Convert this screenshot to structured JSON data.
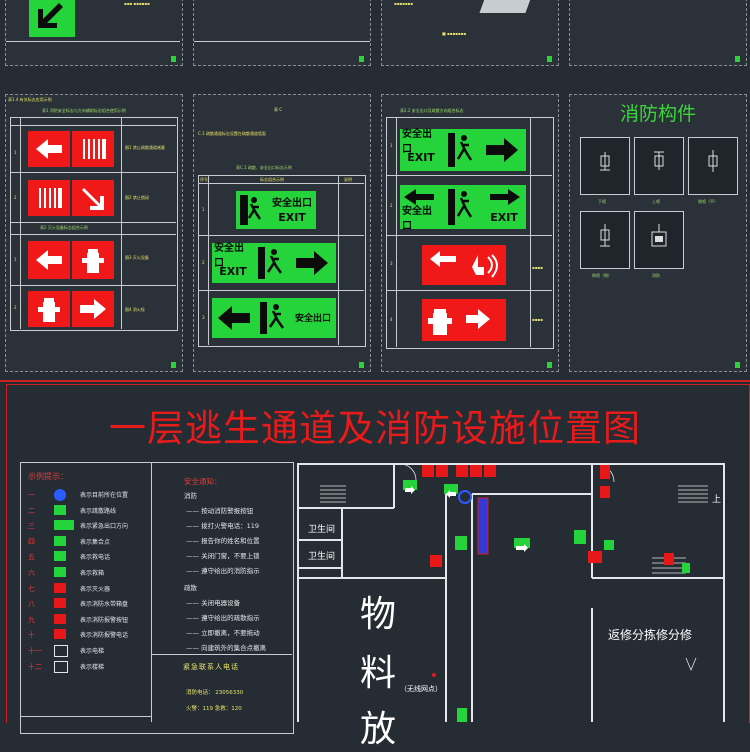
{
  "top_sheets": {
    "sheet_titles": [
      "表1.4 有关标志应用示例",
      "表 C",
      "表2.2 安全标志设置示例",
      "消防构件"
    ],
    "sheet1": {
      "header_label": "表1 消防安全标志与方向辅助标志组合使用示例",
      "row1_note": "图1 禁止疏散通道堵塞",
      "row2_note": "图2 禁止锁闭",
      "sub_header": "表2 灭火设备标志组合示例",
      "row3_note": "图3 灭火设备",
      "row4_note": "图4 消火栓",
      "row_nums": [
        "1",
        "2",
        "1",
        "2"
      ]
    },
    "sheet2": {
      "header_label": "表 C",
      "desc": "C.1 疏散通道标志设置在疏散通道墙面",
      "table_title": "表C.1 疏散、安全出口标志示例",
      "col_headers": [
        "序号",
        "标志组合示例",
        "说明"
      ],
      "sign1_text_top": "安全出口",
      "sign1_text_bottom": "EXIT",
      "sign2_text_top": "安全出口",
      "sign2_text_bottom": "EXIT",
      "sign3_text": "安全出口",
      "row_nums": [
        "1",
        "2",
        "3"
      ]
    },
    "sheet3": {
      "header_label": "表2.2 安全出口及疏散方向组合标志",
      "sign1_text_top": "安全出口",
      "sign1_text_bottom": "EXIT",
      "sign2_text_left": "安全出口",
      "sign2_text_right": "EXIT",
      "row_nums": [
        "1",
        "2",
        "3",
        "4"
      ]
    },
    "sheet4": {
      "title": "消防构件",
      "labels": [
        "下喷",
        "上喷",
        "侧喷（平）",
        "侧喷（侧）",
        "消防"
      ]
    }
  },
  "floor_plan": {
    "title": "一层逃生通道及消防设施位置图",
    "legend_title": "示例提示：",
    "legend_items": [
      {
        "num": "一",
        "text": "表示目前所在位置"
      },
      {
        "num": "二",
        "text": "表示疏散路线"
      },
      {
        "num": "三",
        "text": "表示紧急出口方向"
      },
      {
        "num": "四",
        "text": "表示集合点"
      },
      {
        "num": "五",
        "text": "表示救电话"
      },
      {
        "num": "六",
        "text": "表示救箱"
      },
      {
        "num": "七",
        "text": "表示灭火器"
      },
      {
        "num": "八",
        "text": "表示消防水带箱盘"
      },
      {
        "num": "九",
        "text": "表示消防报警按钮"
      },
      {
        "num": "十",
        "text": "表示消防报警电话"
      },
      {
        "num": "十一",
        "text": "表示电梯"
      },
      {
        "num": "十二",
        "text": "表示楼梯"
      }
    ],
    "safety_title": "安全通知：",
    "safety_sections": [
      {
        "heading": "消防",
        "items": [
          "按动消防警报按钮",
          "拨打火警电话：119",
          "报告你的姓名和位置",
          "关闭门窗，不要上锁",
          "遵守给出的消防指示"
        ]
      },
      {
        "heading": "疏散",
        "items": [
          "关闭电器设备",
          "遵守给出的疏散指示",
          "立即撤离，不要拖动",
          "向建筑外的集合点撤离"
        ]
      }
    ],
    "contact_title": "紧急联系人电话",
    "contacts": [
      "消防电话：  23056330",
      "火警：119     急救：120"
    ],
    "rooms": {
      "toilet1": "卫生间",
      "toilet2": "卫生间",
      "material": [
        "物",
        "料",
        "放"
      ],
      "wireless": "（无线网点）",
      "repair": "返修分拣修分修",
      "up": "上"
    }
  }
}
